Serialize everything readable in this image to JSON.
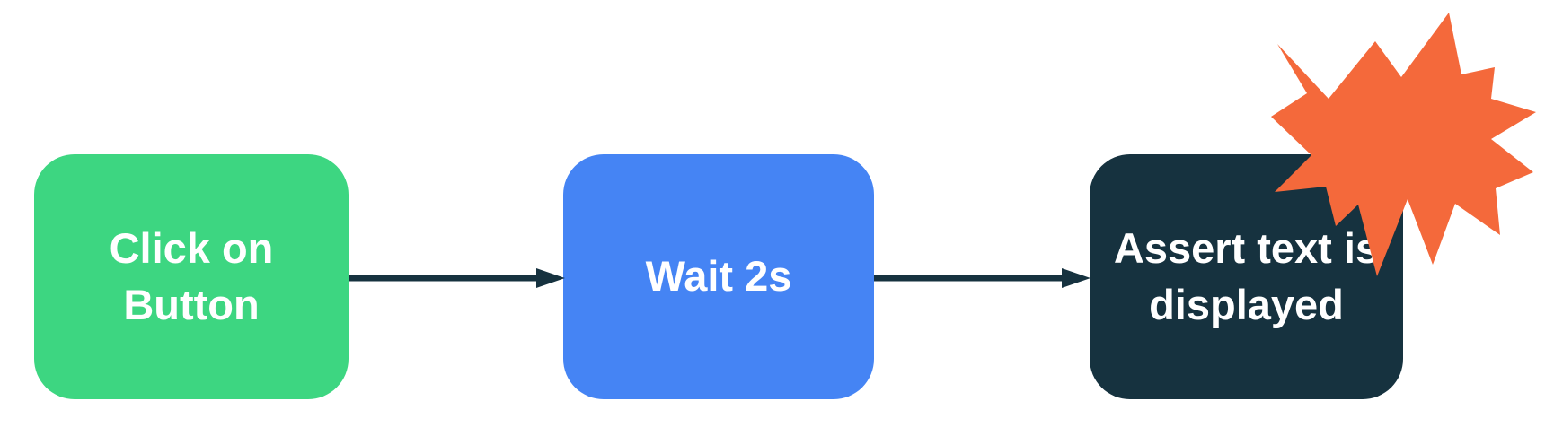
{
  "diagram": {
    "description": "Three-step test flow diagram",
    "background": "#ffffff",
    "text_color": "#ffffff",
    "arrow_color": "#16323f",
    "nodes": [
      {
        "label": "Click on Button",
        "fill": "#3dd681"
      },
      {
        "label": "Wait 2s",
        "fill": "#4584f4"
      },
      {
        "label": "Assert text is displayed",
        "fill": "#16323f"
      }
    ],
    "connectors": [
      {
        "name": "arrow-1"
      },
      {
        "name": "arrow-2"
      }
    ],
    "burst": {
      "icon": "explosion-burst-icon",
      "color": "#f4693b"
    }
  }
}
